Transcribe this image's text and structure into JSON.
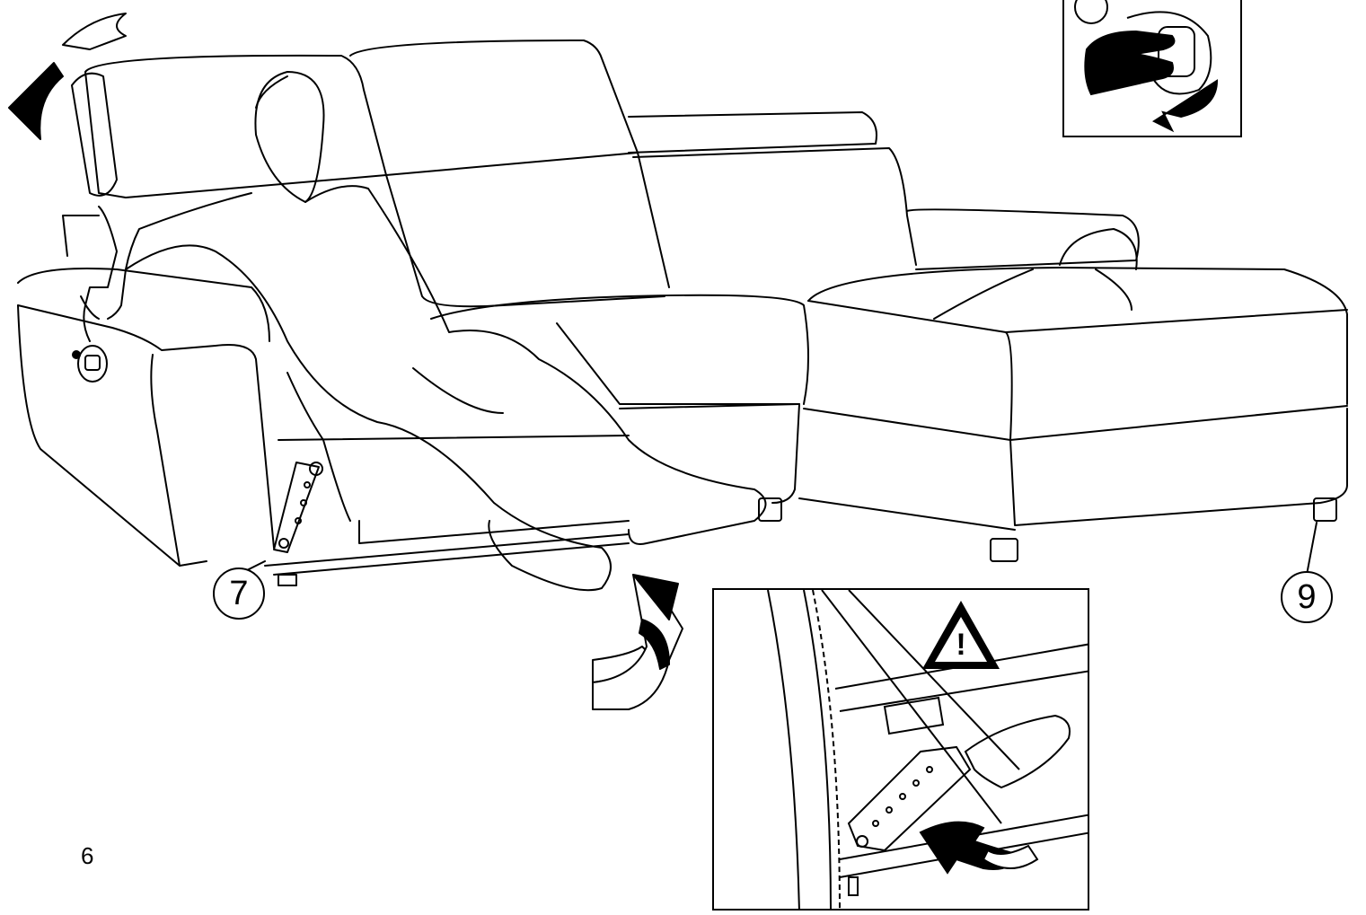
{
  "page": {
    "number": "6"
  },
  "callouts": {
    "c7": "7",
    "c9": "9"
  },
  "insets": {
    "control": {
      "icon": "power-recline-button-icon"
    },
    "mechanism": {
      "warning_symbol": "!",
      "icon": "recliner-mechanism-detail"
    }
  },
  "colors": {
    "line": "#000000",
    "paper": "#ffffff"
  }
}
